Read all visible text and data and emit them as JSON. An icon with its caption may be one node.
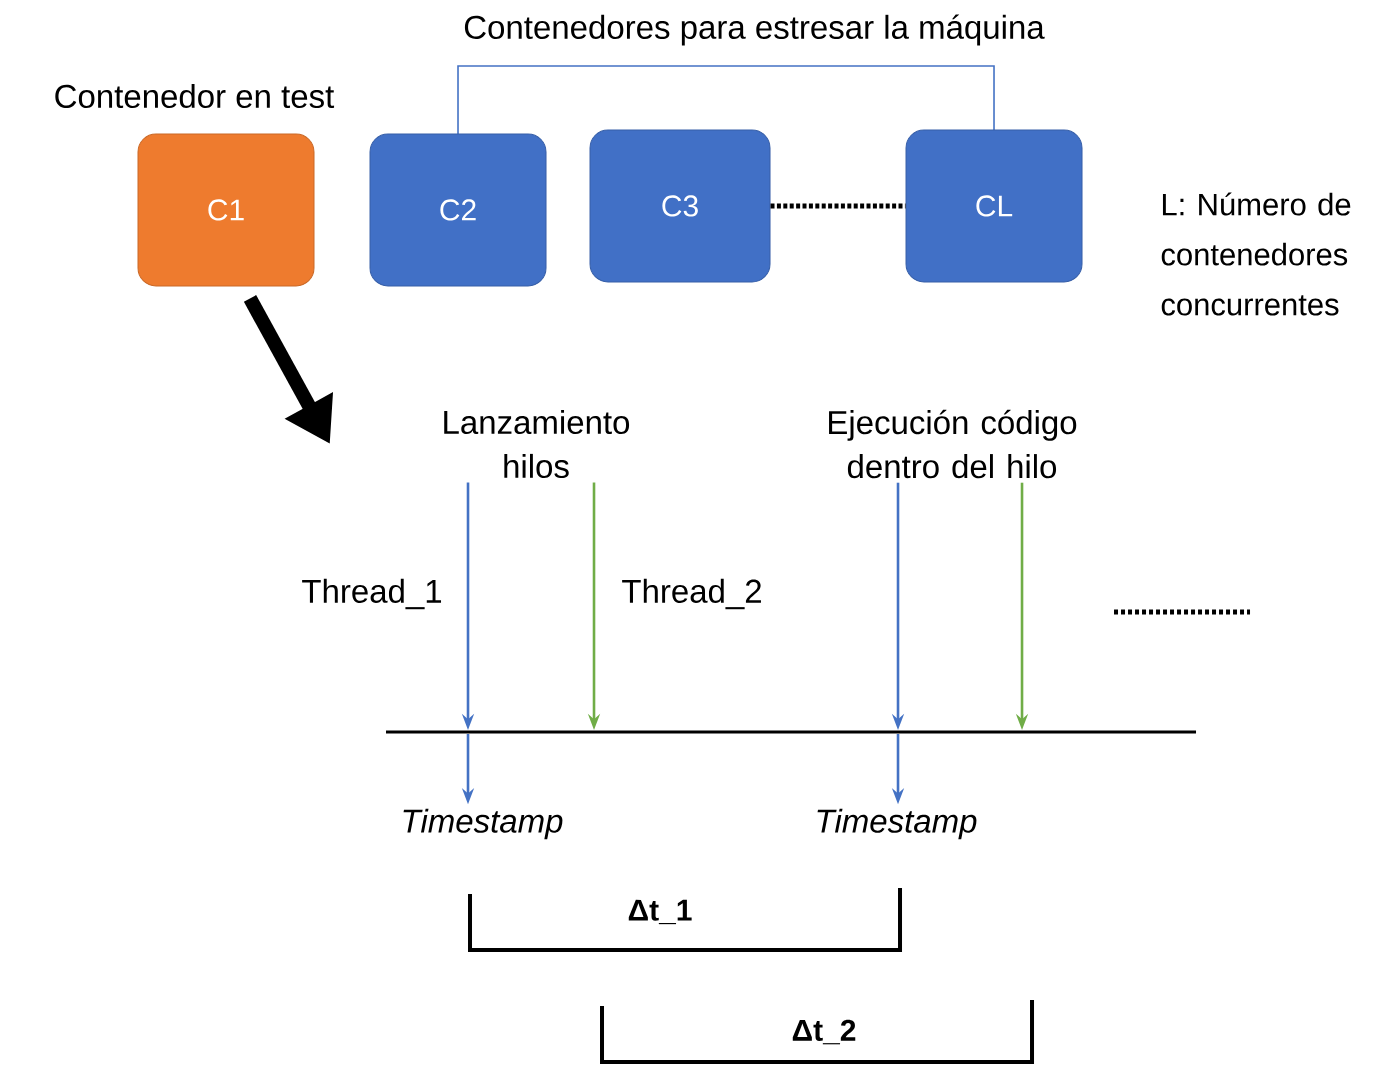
{
  "diagram": {
    "nodes": [
      {
        "text": [
          "C1"
        ],
        "beside": [
          "Contenedor en test"
        ]
      },
      {
        "text": [
          "C2"
        ]
      },
      {
        "text": [
          "C3"
        ]
      },
      {
        "text": [
          "CL"
        ]
      },
      {
        "text": [
          "Lanzamiento hilos"
        ]
      },
      {
        "text": [
          "Ejecución código dentro del hilo"
        ]
      },
      {
        "text": [],
        "shape": "bar"
      },
      {
        "text": [
          "Timestamp"
        ]
      },
      {
        "text": [
          "Timestamp"
        ]
      }
    ],
    "edges": [
      {
        "from": 2,
        "to": 3,
        "arrow": "none",
        "style": "dashed",
        "color": "#000000"
      },
      {
        "from": 0,
        "to": null,
        "arrow": "to",
        "style": "thick",
        "color": "#000000"
      },
      {
        "from": 4,
        "to": 6,
        "arrow": "to",
        "label": "Thread_1"
      },
      {
        "from": 4,
        "to": 6,
        "arrow": "to",
        "label": "Thread_2",
        "color": "#70ad47"
      },
      {
        "from": 5,
        "to": 6,
        "arrow": "to"
      },
      {
        "from": 5,
        "to": 6,
        "arrow": "to",
        "color": "#70ad47"
      },
      {
        "from": 6,
        "to": 7,
        "arrow": "to"
      },
      {
        "from": 6,
        "to": 8,
        "arrow": "to"
      }
    ],
    "labels": [
      "Contenedores para estresar la máquina",
      "L: Número de contenedores concurrentes",
      "Δt_1",
      "Δt_2"
    ]
  }
}
